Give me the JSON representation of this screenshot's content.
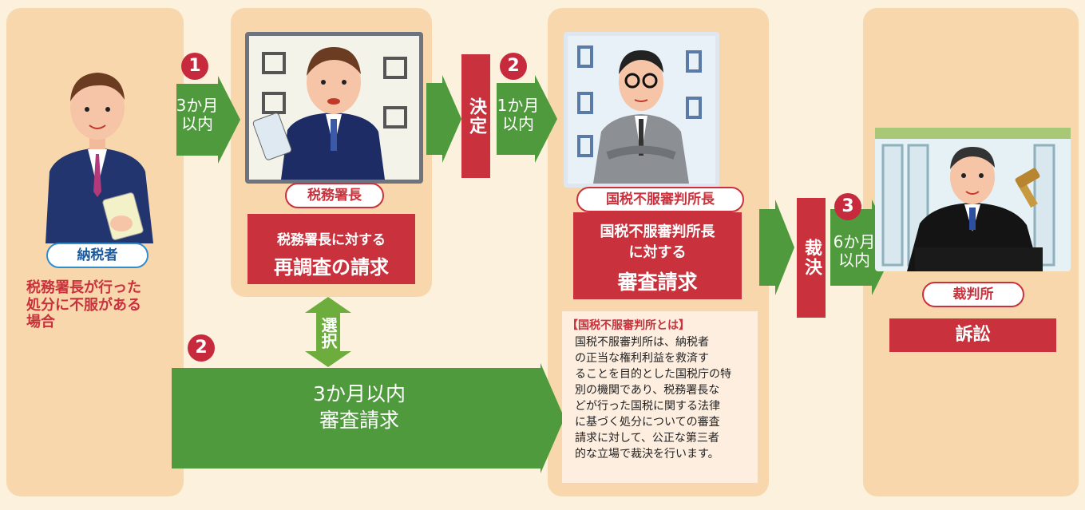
{
  "taxpayer": {
    "label": "納税者",
    "condition_lines": [
      "税務署長が行った",
      "処分に不服がある",
      "場合"
    ]
  },
  "step1": {
    "number": "1",
    "period_lines": [
      "3か月",
      "以内"
    ],
    "official_label": "税務署長",
    "request_small": "税務署長に対する",
    "request_big": "再調査の請求"
  },
  "decision": {
    "label": "決定"
  },
  "select": {
    "label": "選択"
  },
  "step2_top": {
    "number": "2",
    "period_lines": [
      "1か月",
      "以内"
    ]
  },
  "step2_bottom": {
    "number": "2",
    "period_lines": [
      "3か月以内",
      "審査請求"
    ]
  },
  "tribunal": {
    "official_label": "国税不服審判所長",
    "request_lines": [
      "国税不服審判所長",
      "に対する"
    ],
    "request_big": "審査請求",
    "about_title": "【国税不服審判所とは】",
    "about_lines": [
      "国税不服審判所は、納税者",
      "の正当な権利利益を救済す",
      "ることを目的とした国税庁の特",
      "別の機関であり、税務署長な",
      "どが行った国税に関する法律",
      "に基づく処分についての審査",
      "請求に対して、公正な第三者",
      "的な立場で裁決を行います。"
    ]
  },
  "ruling": {
    "label": "裁決"
  },
  "step3": {
    "number": "3",
    "period_lines": [
      "6か月",
      "以内"
    ]
  },
  "court": {
    "label": "裁判所",
    "action": "訴訟"
  },
  "colors": {
    "panel": "#f9d7ad",
    "arrow": "#4f9a3c",
    "red": "#c9323d",
    "background": "#fbf1dc"
  }
}
